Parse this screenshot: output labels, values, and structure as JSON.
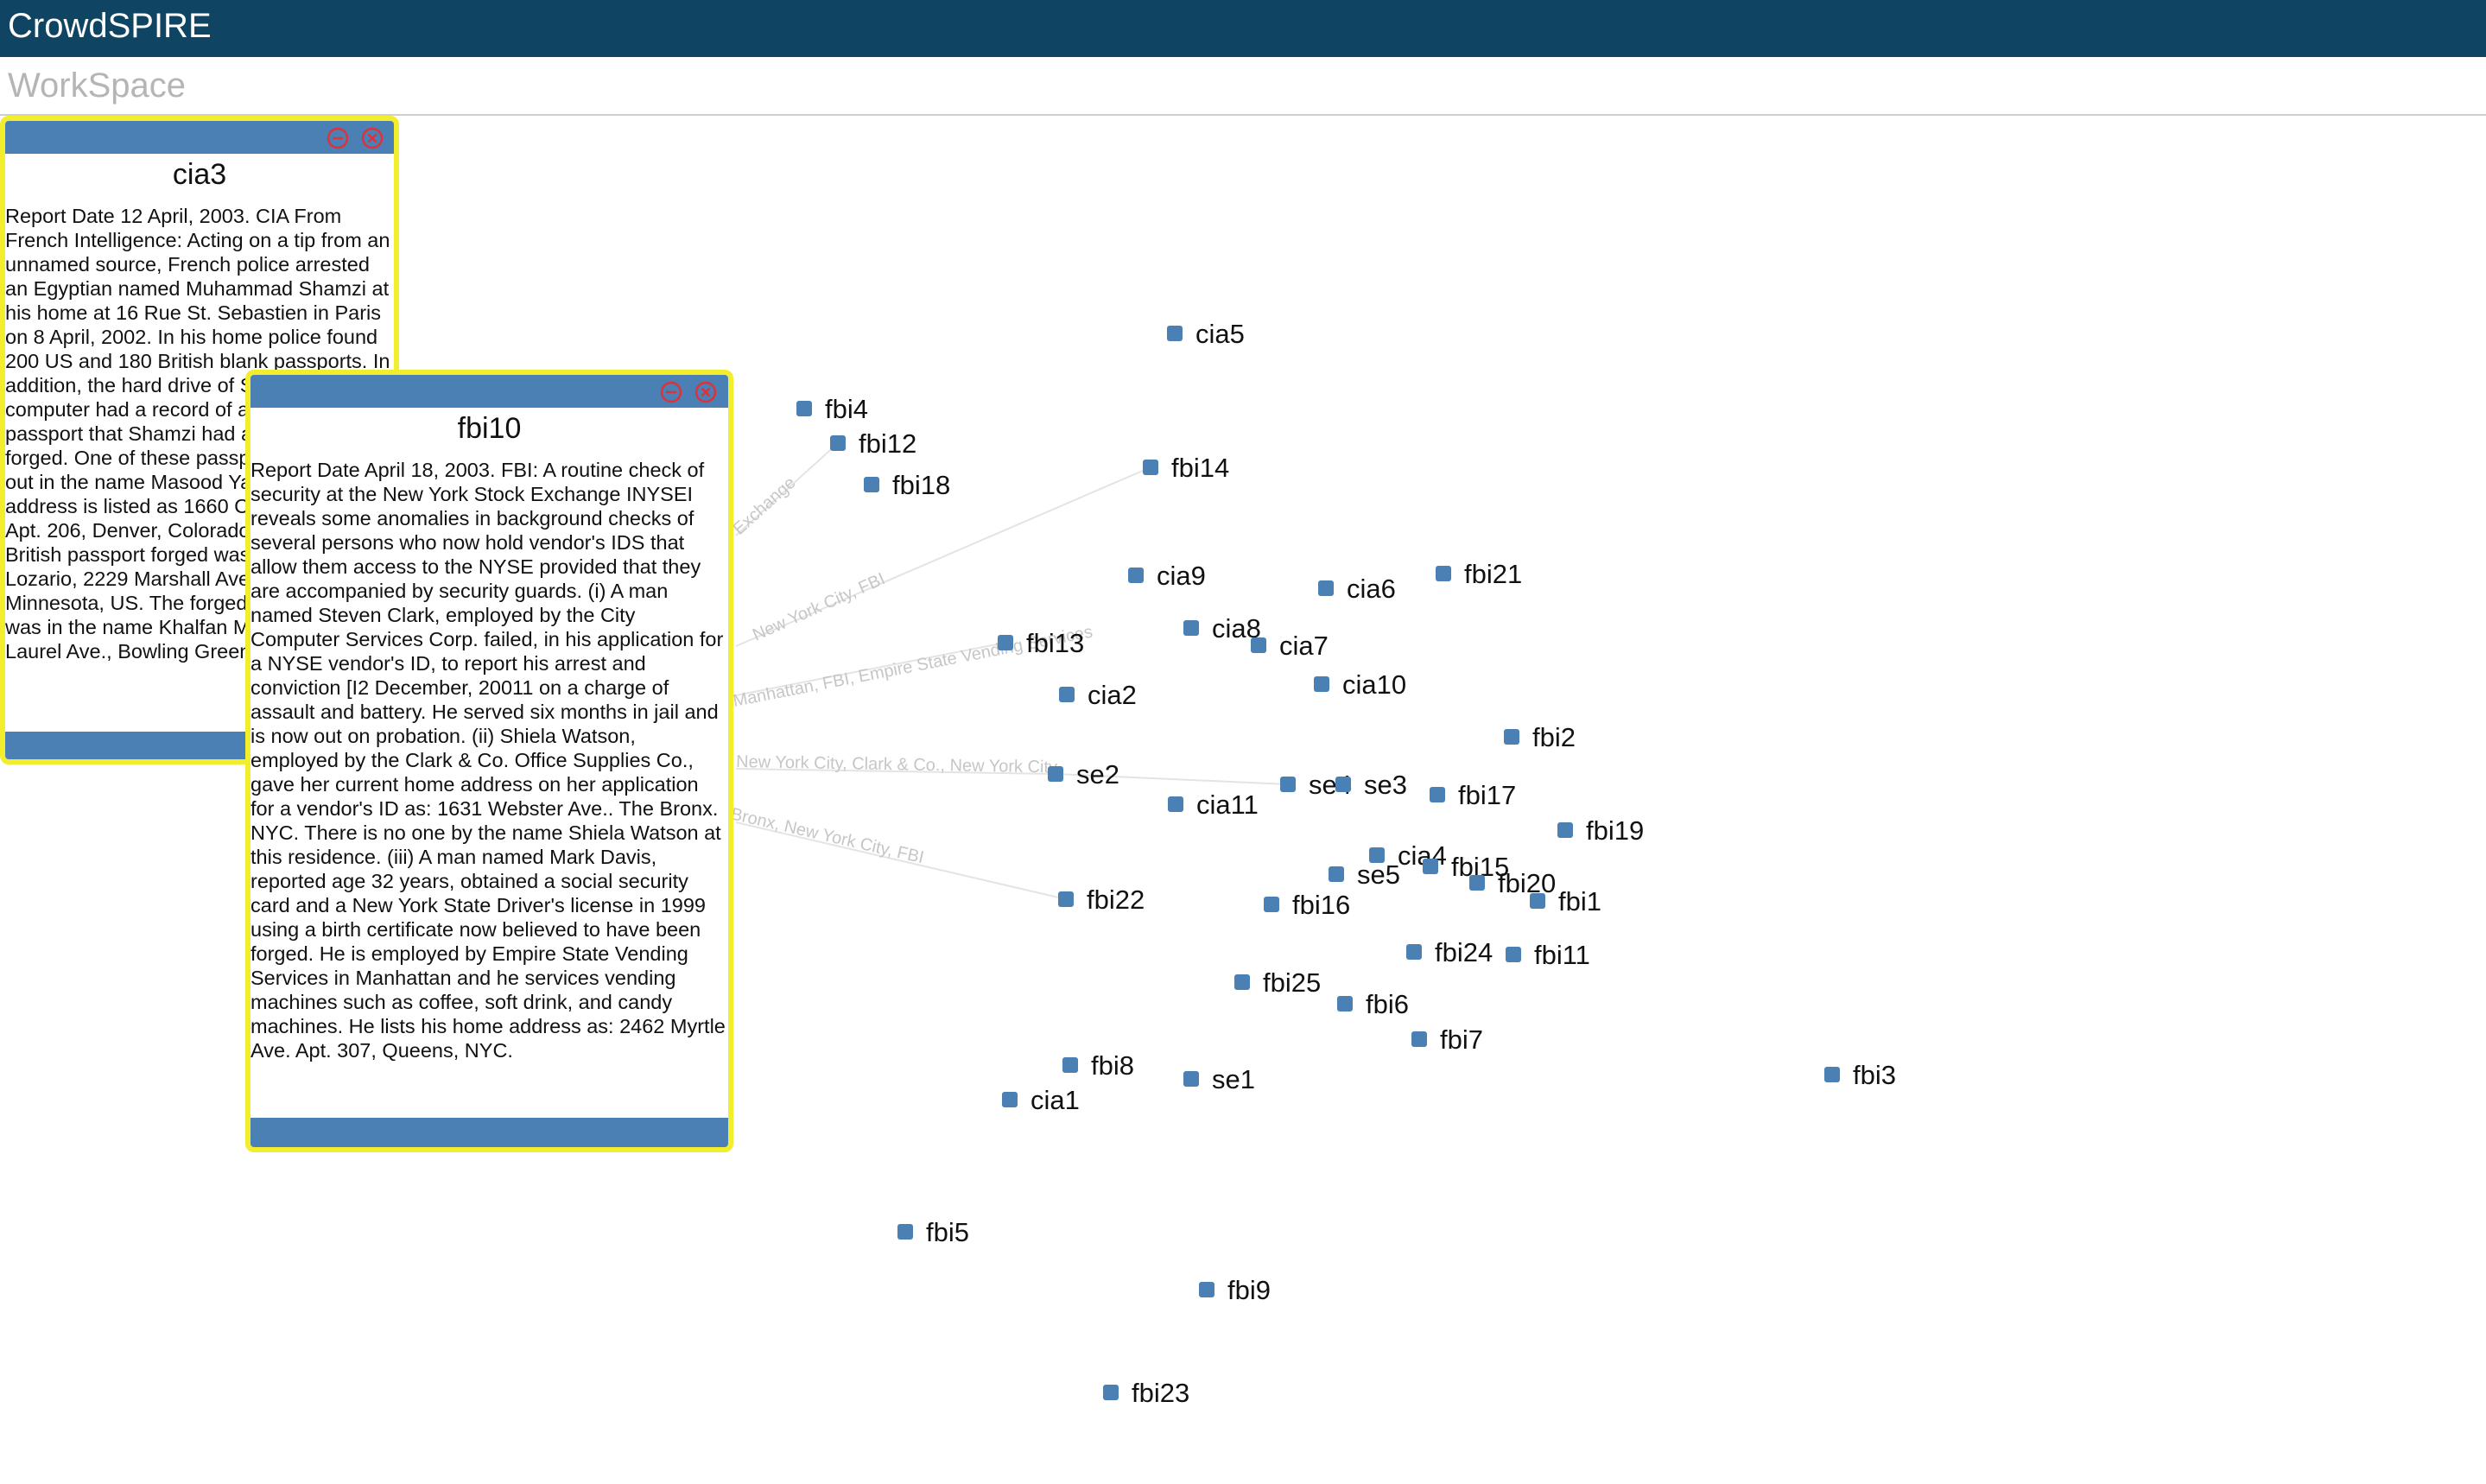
{
  "app": {
    "title": "CrowdSPIRE"
  },
  "workspace": {
    "label": "WorkSpace"
  },
  "colors": {
    "topbar": "#0f4563",
    "node": "#4a80b4",
    "panel_border": "#f2ee2e",
    "panel_header": "#4a80b4",
    "close_icon": "#e0303a",
    "edge": "#e4e4e4"
  },
  "panels": [
    {
      "id": "cia3",
      "title": "cia3",
      "minimize_icon": "minimize-icon",
      "close_icon": "close-icon",
      "body": "Report Date 12 April, 2003. CIA From French Intelligence: Acting on a tip from an unnamed source, French police arrested an Egyptian named Muhammad Shamzi at his home at 16 Rue St. Sebastien in Paris on 8 April, 2002. In his home police found 200 US and 180 British blank passports. In addition, the hard drive of Shamzi's laptop computer had a record of a US and British passport that Shamzi had apparently forged. One of these passports was made out in the name Masood Yaser, whose address is listed as 1660 Coal Mine Road, Apt. 206, Denver, Colorado, US. The British passport forged was in the name of Lozario, 2229 Marshall Ave., Minneapolis, Minnesota, US. The forged US passport was in the name Khalfan Maulid, 656 Laurel Ave., Bowling Green, Kentucky, US."
    },
    {
      "id": "fbi10",
      "title": "fbi10",
      "minimize_icon": "minimize-icon",
      "close_icon": "close-icon",
      "body": "Report Date April 18, 2003. FBI: A routine check of security at the New York Stock Exchange INYSEI reveals some anomalies in background checks of several persons who now hold vendor's IDS that allow them access to the NYSE provided that they are accompanied by security guards. (i) A man named Steven Clark, employed by the City Computer Services Corp. failed, in his application for a NYSE vendor's ID, to report his arrest and conviction [I2 December, 20011 on a charge of assault and battery. He served six months in jail and is now out on probation. (ii) Shiela Watson, employed by the Clark & Co. Office Supplies Co., gave her current home address on her application for a vendor's ID as: 1631 Webster Ave.. The Bronx. NYC. There is no one by the name Shiela Watson at this residence. (iii) A man named Mark Davis, reported age 32 years, obtained a social security card and a New York State Driver's license in 1999 using a birth certificate now believed to have been forged. He is employed by Empire State Vending Services in Manhattan and he services vending machines such as coffee, soft drink, and candy machines. He lists his home address as: 2462 Myrtle Ave. Apt. 307, Queens, NYC."
    }
  ],
  "edge_labels": [
    "Exchange",
    "New York City, FBI",
    "Manhattan, FBI, Empire State Vending Services",
    "New York City, Clark & Co., New York City",
    "Bronx, New York City, FBI"
  ],
  "nodes": [
    {
      "id": "cia5",
      "label": "cia5"
    },
    {
      "id": "fbi4",
      "label": "fbi4"
    },
    {
      "id": "fbi12",
      "label": "fbi12"
    },
    {
      "id": "fbi18",
      "label": "fbi18"
    },
    {
      "id": "fbi14",
      "label": "fbi14"
    },
    {
      "id": "cia9",
      "label": "cia9"
    },
    {
      "id": "cia6",
      "label": "cia6"
    },
    {
      "id": "fbi21",
      "label": "fbi21"
    },
    {
      "id": "cia8",
      "label": "cia8"
    },
    {
      "id": "fbi13",
      "label": "fbi13"
    },
    {
      "id": "cia7",
      "label": "cia7"
    },
    {
      "id": "cia2",
      "label": "cia2"
    },
    {
      "id": "cia10",
      "label": "cia10"
    },
    {
      "id": "fbi2",
      "label": "fbi2"
    },
    {
      "id": "se2",
      "label": "se2"
    },
    {
      "id": "se4",
      "label": "se4"
    },
    {
      "id": "se3",
      "label": "se3"
    },
    {
      "id": "fbi17",
      "label": "fbi17"
    },
    {
      "id": "cia11",
      "label": "cia11"
    },
    {
      "id": "fbi19",
      "label": "fbi19"
    },
    {
      "id": "cia4",
      "label": "cia4"
    },
    {
      "id": "fbi15",
      "label": "fbi15"
    },
    {
      "id": "se5",
      "label": "se5"
    },
    {
      "id": "fbi20",
      "label": "fbi20"
    },
    {
      "id": "fbi22",
      "label": "fbi22"
    },
    {
      "id": "fbi16",
      "label": "fbi16"
    },
    {
      "id": "fbi1",
      "label": "fbi1"
    },
    {
      "id": "fbi24",
      "label": "fbi24"
    },
    {
      "id": "fbi11",
      "label": "fbi11"
    },
    {
      "id": "fbi25",
      "label": "fbi25"
    },
    {
      "id": "fbi6",
      "label": "fbi6"
    },
    {
      "id": "fbi7",
      "label": "fbi7"
    },
    {
      "id": "fbi8",
      "label": "fbi8"
    },
    {
      "id": "se1",
      "label": "se1"
    },
    {
      "id": "cia1",
      "label": "cia1"
    },
    {
      "id": "fbi3",
      "label": "fbi3"
    },
    {
      "id": "fbi5",
      "label": "fbi5"
    },
    {
      "id": "fbi9",
      "label": "fbi9"
    },
    {
      "id": "fbi23",
      "label": "fbi23"
    }
  ]
}
